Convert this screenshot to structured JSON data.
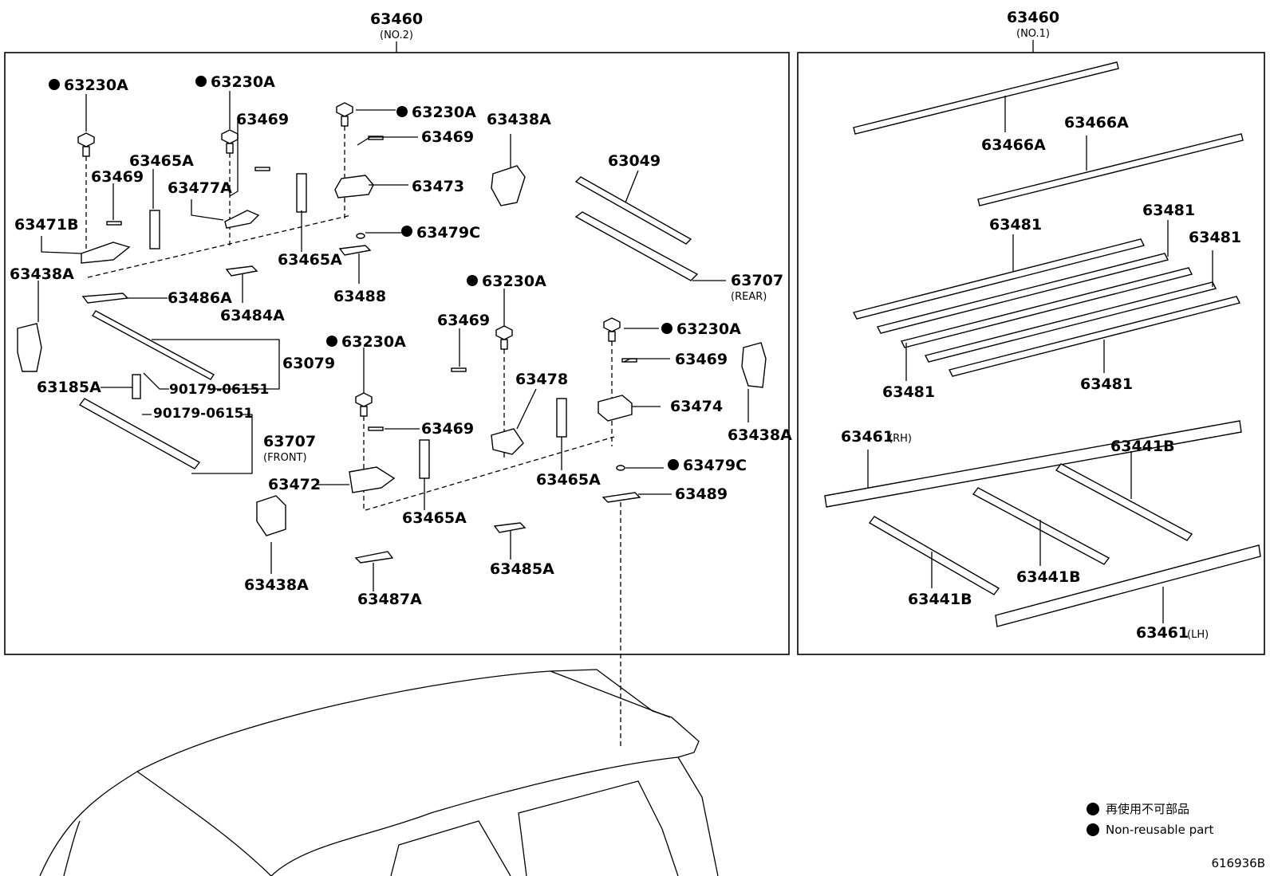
{
  "left_group": {
    "number": "63460",
    "sub": "(NO.2)"
  },
  "right_group": {
    "number": "63460",
    "sub": "(NO.1)"
  },
  "labels_left": {
    "p63230A_1": "63230A",
    "p63230A_2": "63230A",
    "p63230A_3": "63230A",
    "p63230A_4": "63230A",
    "p63230A_5": "63230A",
    "p63230A_6": "63230A",
    "p63469_1": "63469",
    "p63469_2": "63469",
    "p63469_3": "63469",
    "p63469_4": "63469",
    "p63469_5": "63469",
    "p63469_6": "63469",
    "p63465A_1": "63465A",
    "p63465A_2": "63465A",
    "p63465A_3": "63465A",
    "p63465A_4": "63465A",
    "p63471B": "63471B",
    "p63477A": "63477A",
    "p63473": "63473",
    "p63438A_1": "63438A",
    "p63438A_2": "63438A",
    "p63438A_3": "63438A",
    "p63438A_4": "63438A",
    "p63049": "63049",
    "p63479C_1": "63479C",
    "p63479C_2": "63479C",
    "p63707_rear": "63707",
    "rear": "(REAR)",
    "p63486A": "63486A",
    "p63484A": "63484A",
    "p63488": "63488",
    "p63079": "63079",
    "p90179_1": "90179-06151",
    "p90179_2": "90179-06151",
    "p63185A": "63185A",
    "p63707_front": "63707",
    "front": "(FRONT)",
    "p63478": "63478",
    "p63474": "63474",
    "p63472": "63472",
    "p63489": "63489",
    "p63485A": "63485A",
    "p63487A": "63487A"
  },
  "labels_right": {
    "p63466A_1": "63466A",
    "p63466A_2": "63466A",
    "p63481_1": "63481",
    "p63481_2": "63481",
    "p63481_3": "63481",
    "p63481_4": "63481",
    "p63481_5": "63481",
    "p63461_rh": "63461",
    "rh": "(RH)",
    "p63461_lh": "63461",
    "lh": "(LH)",
    "p63441B_1": "63441B",
    "p63441B_2": "63441B",
    "p63441B_3": "63441B"
  },
  "legend": {
    "jp": "再使用不可部品",
    "en": "Non-reusable part"
  },
  "diagram_id": "616936B"
}
